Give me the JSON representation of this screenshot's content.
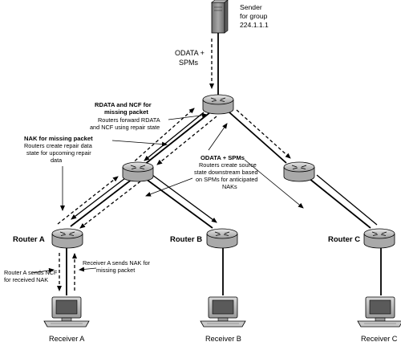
{
  "sender": {
    "line1": "Sender",
    "line2": "for group",
    "line3": "224.1.1.1"
  },
  "odata_top": {
    "line1": "ODATA +",
    "line2": "SPMs"
  },
  "rdata_note": {
    "title1": "RDATA and NCF for",
    "title2": "missing packet",
    "body1": "Routers forward RDATA",
    "body2": "and NCF using repair state"
  },
  "nak_note": {
    "title": "NAK for missing packet",
    "body1": "Routers create repair data",
    "body2": "state for upcoming repair",
    "body3": "data"
  },
  "odata_note": {
    "title": "ODATA + SPMs",
    "body1": "Routers create source",
    "body2": "state downstream based",
    "body3": "on SPMs for anticipated",
    "body4": "NAKs"
  },
  "routers": {
    "a": "Router A",
    "b": "Router B",
    "c": "Router C"
  },
  "ncf_note": {
    "line1": "Router A sends NCF",
    "line2": "for received NAK"
  },
  "nak_sent_note": {
    "line1": "Receiver A sends NAK for",
    "line2": "missing packet"
  },
  "receivers": {
    "a": "Receiver A",
    "b": "Receiver B",
    "c": "Receiver C"
  },
  "colors": {
    "line": "#000000",
    "router_body": "#b9b9b9",
    "router_top": "#dcdcdc",
    "server": "#8a8a8a"
  }
}
